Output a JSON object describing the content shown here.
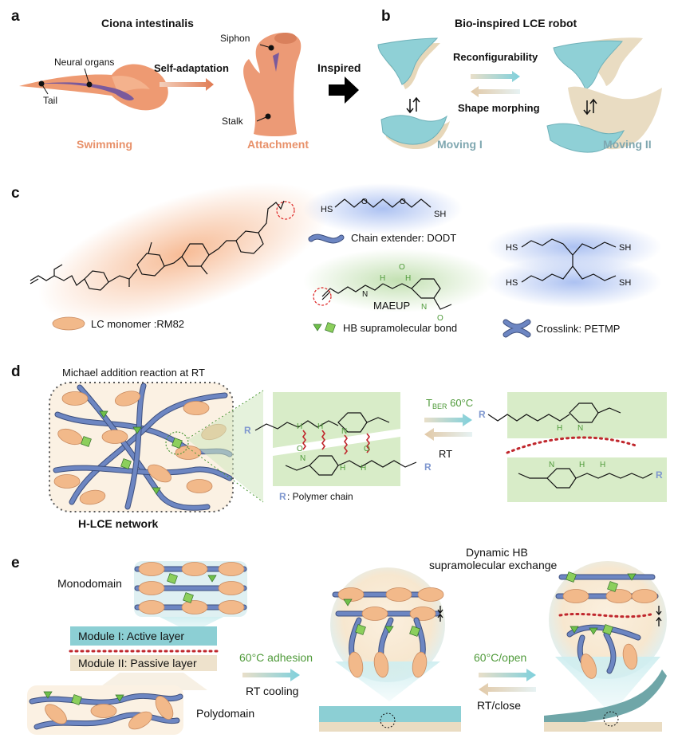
{
  "panel_labels": {
    "a": "a",
    "b": "b",
    "c": "c",
    "d": "d",
    "e": "e"
  },
  "panel_a": {
    "title": "Ciona intestinalis",
    "neural_organs": "Neural organs",
    "tail": "Tail",
    "self_adaptation": "Self-adaptation",
    "siphon": "Siphon",
    "stalk": "Stalk",
    "swimming": "Swimming",
    "attachment": "Attachment",
    "inspired": "Inspired"
  },
  "panel_b": {
    "title": "Bio-inspired LCE robot",
    "reconfigurability": "Reconfigurability",
    "shape_morphing": "Shape morphing",
    "moving_1": "Moving I",
    "moving_2": "Moving II"
  },
  "panel_c": {
    "lc_monomer": "LC monomer :RM82",
    "chain_extender": "Chain extender: DODT",
    "maeup": "MAEUP",
    "hb_bond": "HB supramolecular bond",
    "crosslink": "Crosslink: PETMP",
    "hs": "HS",
    "sh": "SH"
  },
  "panel_d": {
    "reaction": "Michael addition reaction at RT",
    "network": "H-LCE network",
    "r_label": "R",
    "polymer_chain": "Polymer chain",
    "t_ber_prefix": "T",
    "t_ber_sub": "BER",
    "t_ber_value": "60°C",
    "rt": "RT"
  },
  "panel_e": {
    "dynamic_hb_1": "Dynamic HB",
    "dynamic_hb_2": "supramolecular exchange",
    "monodomain": "Monodomain",
    "module_1": "Module I: Active layer",
    "module_2": "Module II: Passive layer",
    "polydomain": "Polydomain",
    "adhesion": "60°C adhesion",
    "rt_cooling": "RT cooling",
    "open": "60°C/open",
    "rt_close": "RT/close"
  },
  "colors": {
    "orange": "#e8916a",
    "teal": "#8ccfd4",
    "beige": "#eadcc2",
    "green_text": "#4f9a3a",
    "chain_blue": "#6d86c2",
    "hb_red": "#c0272d",
    "mesogen": "#f0b98a"
  }
}
